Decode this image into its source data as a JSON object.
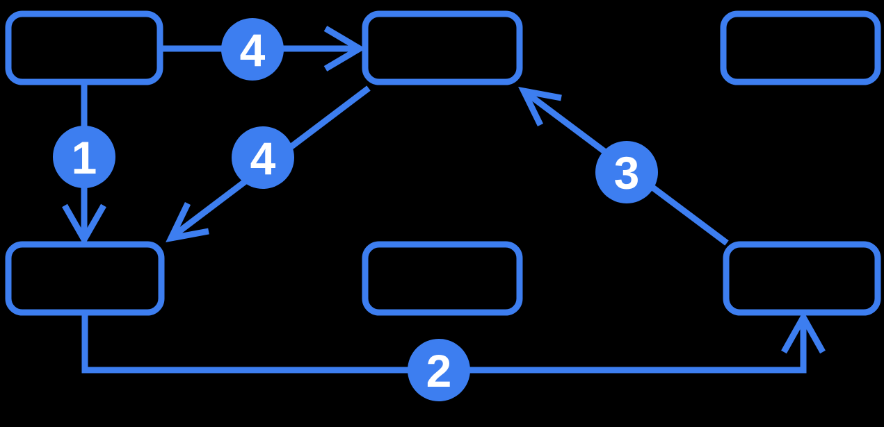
{
  "colors": {
    "accent": "#3d7ef0",
    "badge_text": "#ffffff",
    "background": "#000000"
  },
  "diagram": {
    "type": "flowchart",
    "nodes": [
      {
        "id": "top-left"
      },
      {
        "id": "top-middle"
      },
      {
        "id": "top-right"
      },
      {
        "id": "bottom-left"
      },
      {
        "id": "bottom-middle"
      },
      {
        "id": "bottom-right"
      }
    ],
    "edges": [
      {
        "label": "1",
        "from": "top-left",
        "to": "bottom-left"
      },
      {
        "label": "2",
        "from": "bottom-left",
        "to": "bottom-right"
      },
      {
        "label": "3",
        "from": "bottom-right",
        "to": "top-middle"
      },
      {
        "label": "4",
        "from": "top-left",
        "to": "top-middle"
      },
      {
        "label": "4",
        "from": "top-middle",
        "to": "bottom-left"
      }
    ]
  }
}
